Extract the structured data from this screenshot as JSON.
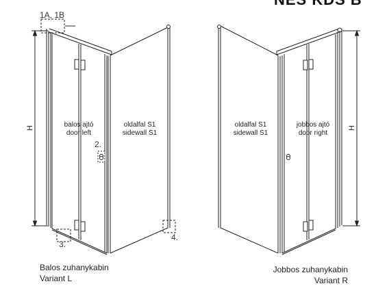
{
  "header_text": "NES KDS B",
  "left_variant": {
    "door_label_hu": "balos ajtó",
    "door_label_en": "door left",
    "sidewall_label_hu": "oldalfal S1",
    "sidewall_label_en": "sidewall S1",
    "caption_hu": "Balos zuhanykabin",
    "caption_en": "Variant L",
    "callouts": [
      "1A, 1B",
      "2.",
      "3.",
      "4."
    ],
    "height_label": "H"
  },
  "right_variant": {
    "sidewall_label_hu": "oldalfal S1",
    "sidewall_label_en": "sidewall S1",
    "door_label_hu": "jobbos ajtó",
    "door_label_en": "door right",
    "caption_hu": "Jobbos zuhanykabin",
    "caption_en": "Variant R",
    "height_label": "H"
  }
}
